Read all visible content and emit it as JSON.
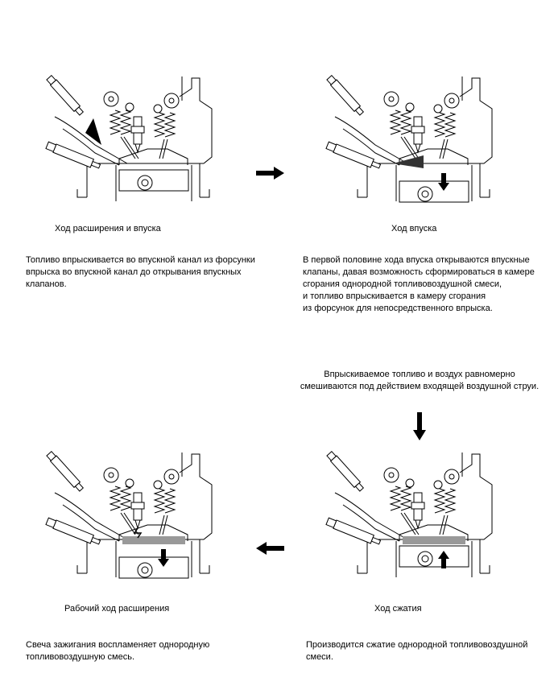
{
  "stages": [
    {
      "id": "exhaust-intake",
      "label": "Ход расширения и впуска",
      "description": [
        "Топливо впрыскивается во впускной канал из форсунки",
        "впрыска во впускной канал до открывания впускных",
        "клапанов."
      ],
      "piston_arrow": "none",
      "fuel_spray": "port"
    },
    {
      "id": "intake",
      "label": "Ход впуска",
      "description": [
        "В первой половине хода впуска открываются впускные",
        "клапаны, давая возможность сформироваться в камере",
        "сгорания однородной топливовоздушной смеси,",
        "и топливо впрыскивается в камеру сгорания",
        "из форсунок для непосредственного впрыска."
      ],
      "piston_arrow": "down",
      "fuel_spray": "direct"
    },
    {
      "id": "compression",
      "label": "Ход сжатия",
      "description": [
        "Производится сжатие однородной топливовоздушной",
        "смеси."
      ],
      "piston_arrow": "up",
      "fuel_spray": "mixture"
    },
    {
      "id": "combustion",
      "label": "Рабочий ход расширения",
      "description": [
        "Свеча зажигания воспламеняет однородную",
        "топливовоздушную смесь."
      ],
      "piston_arrow": "down",
      "fuel_spray": "ignition"
    }
  ],
  "mixing_note": [
    "Впрыскиваемое топливо и воздух равномерно",
    "смешиваются под действием входящей воздушной струи."
  ],
  "flow_arrows": [
    "right",
    "down",
    "left"
  ]
}
